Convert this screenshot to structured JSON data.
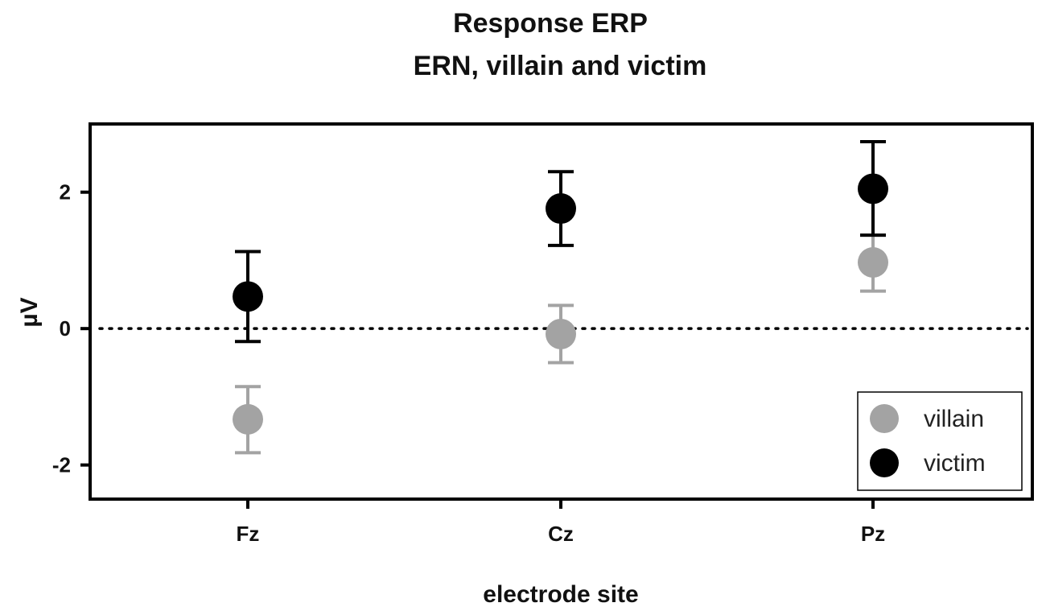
{
  "chart_data": {
    "type": "scatter",
    "title": "Response ERP",
    "subtitle": "ERN, villain and victim",
    "xlabel": "electrode site",
    "ylabel": "µV",
    "categories": [
      "Fz",
      "Cz",
      "Pz"
    ],
    "ylim": [
      -2.5,
      3.0
    ],
    "yticks": [
      -2,
      0,
      2
    ],
    "reference_line": {
      "y": 0,
      "style": "dotted"
    },
    "grid": false,
    "legend_position": "bottom-right",
    "error_bars": true,
    "series": [
      {
        "name": "villain",
        "color": "#a3a3a3",
        "values": [
          -1.33,
          -0.08,
          0.97
        ],
        "err_low": [
          -1.82,
          -0.5,
          0.55
        ],
        "err_high": [
          -0.85,
          0.34,
          1.37
        ]
      },
      {
        "name": "victim",
        "color": "#000000",
        "values": [
          0.47,
          1.76,
          2.05
        ],
        "err_low": [
          -0.19,
          1.22,
          1.37
        ],
        "err_high": [
          1.13,
          2.3,
          2.74
        ]
      }
    ]
  }
}
